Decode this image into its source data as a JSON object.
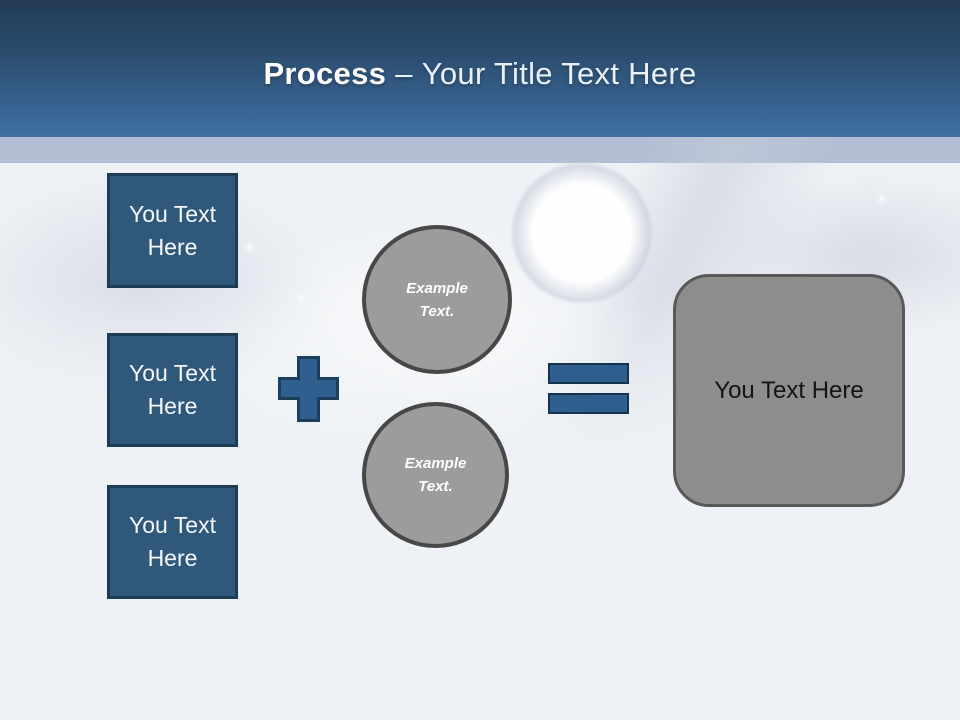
{
  "slide": {
    "header": {
      "title_bold": "Process",
      "title_dash": "–",
      "title_rest": "Your Title Text Here",
      "gradient_top": "#223B55",
      "gradient_bottom": "#3E70A3",
      "band_color": "#A6B5CC"
    },
    "background": {
      "description_icons": [
        "ornament-ball-icon",
        "snowflake-star-icon"
      ],
      "base_color": "#EEF1F5"
    },
    "diagram": {
      "box_color": "#30587A",
      "box_border_color": "#1D3C56",
      "operator_color": "#2E5E8E",
      "operator_border_color": "#16334E",
      "circle_color": "#9C9C9C",
      "circle_border_color": "#474747",
      "result_color": "#8D8D8D",
      "input_boxes": [
        {
          "label": "You Text Here"
        },
        {
          "label": "You Text Here"
        },
        {
          "label": "You Text Here"
        }
      ],
      "operators": {
        "plus": "plus-icon",
        "equals": "equals-icon"
      },
      "circles": [
        {
          "label": "Example Text."
        },
        {
          "label": "Example Text."
        }
      ],
      "result_box": {
        "label": "You Text Here"
      }
    }
  }
}
